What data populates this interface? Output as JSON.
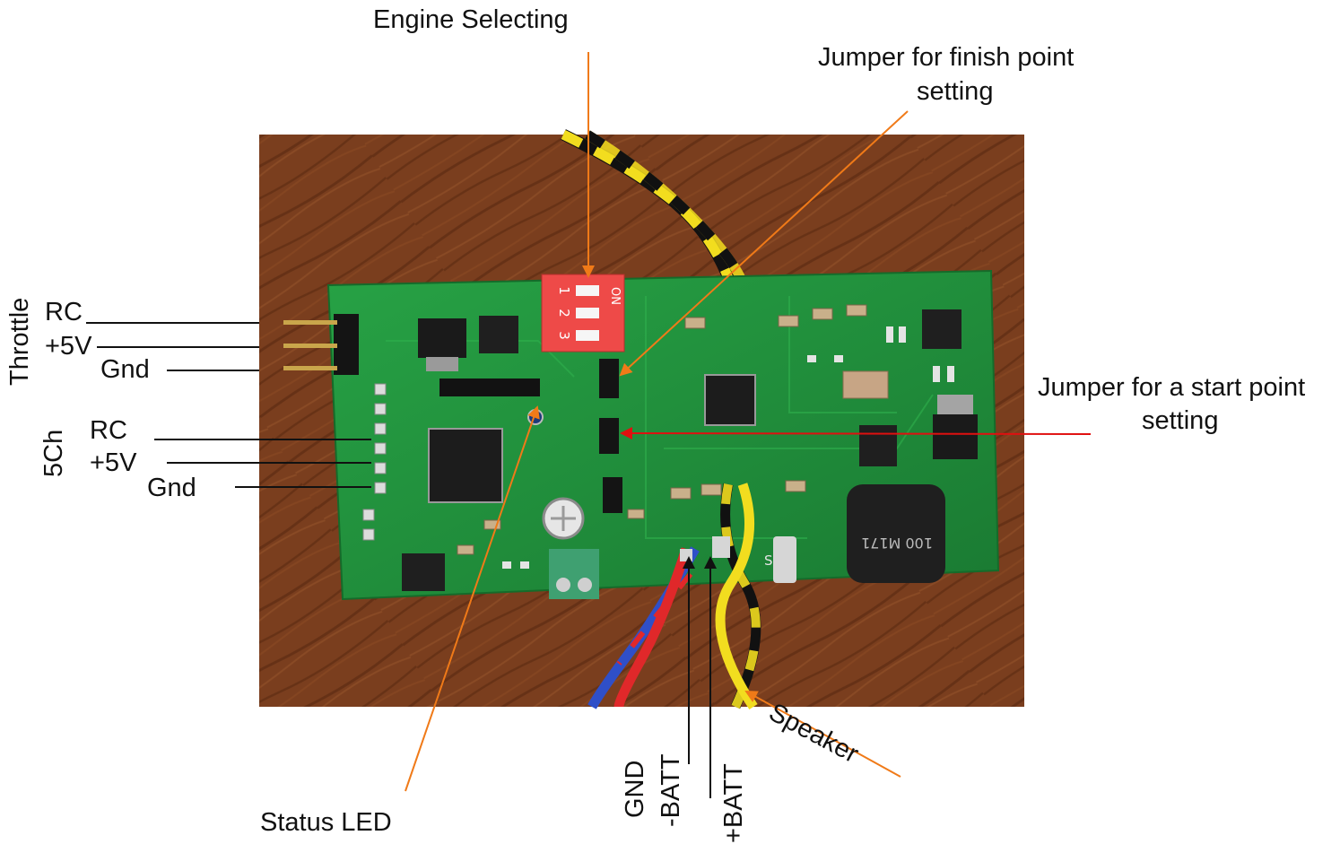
{
  "labels": {
    "engine_selecting": "Engine Selecting",
    "jumper_finish_line1": "Jumper for finish point",
    "jumper_finish_line2": "setting",
    "jumper_start_line1": "Jumper for a start point",
    "jumper_start_line2": "setting",
    "throttle": "Throttle",
    "throttle_rc": "RC",
    "throttle_5v": "+5V",
    "throttle_gnd": "Gnd",
    "ch5": "5Ch",
    "ch5_rc": "RC",
    "ch5_5v": "+5V",
    "ch5_gnd": "Gnd",
    "status_led": "Status LED",
    "gnd": "GND",
    "neg_batt": "-BATT",
    "pos_batt": "+BATT",
    "speaker": "Speaker"
  },
  "dip_switch": {
    "on_label": "ON",
    "numbers": [
      "1",
      "2",
      "3"
    ]
  },
  "pcb_markings": {
    "inductor": "100 M171",
    "silk": "SOL"
  },
  "colors": {
    "wood": "#7a3e1e",
    "pcb": "#1f8a3a",
    "dip": "#ee4a48",
    "leader_orange": "#f07a18",
    "leader_red": "#e01010",
    "leader_black": "#111111"
  }
}
